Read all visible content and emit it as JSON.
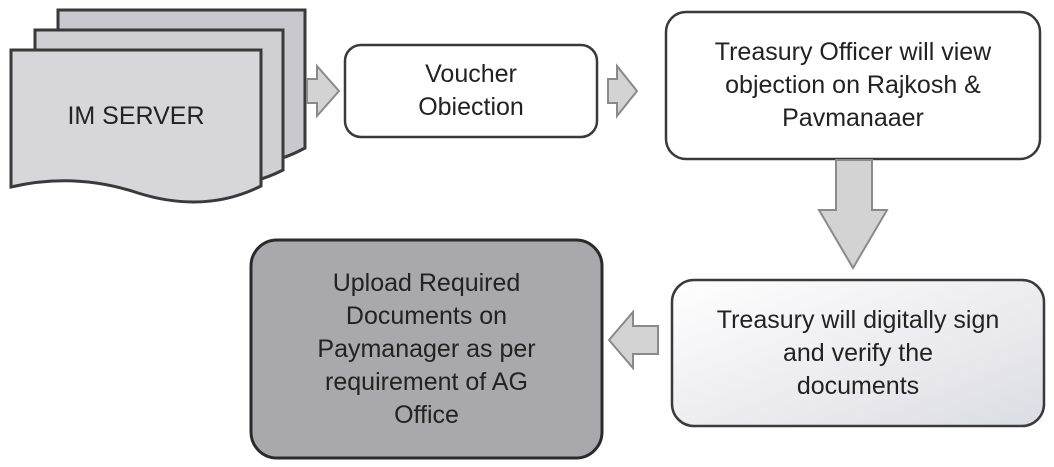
{
  "nodes": {
    "im_server": {
      "label": "IM SERVER"
    },
    "voucher_objection": {
      "lines": [
        "Voucher",
        "Obiection"
      ]
    },
    "treasury_officer": {
      "lines": [
        "Treasury Officer will view",
        "objection on Rajkosh &",
        "Pavmanaaer"
      ]
    },
    "treasury_sign": {
      "lines": [
        "Treasury will digitally sign",
        "and verify the",
        "documents"
      ]
    },
    "upload_docs": {
      "lines": [
        "Upload Required",
        "Documents on",
        "Paymanager as per",
        "requirement of AG",
        "Office"
      ]
    }
  },
  "colors": {
    "stroke": "#3a3a3a",
    "arrow_fill": "#d3d3d3",
    "arrow_stroke": "#8a8a8a",
    "server_fill": "#cdcdd2",
    "server_fill_front": "#dcdce0",
    "process_fill": "#ffffff",
    "sign_fill_start": "#ffffff",
    "sign_fill_end": "#dedee6",
    "upload_fill": "#a9a9ad"
  }
}
